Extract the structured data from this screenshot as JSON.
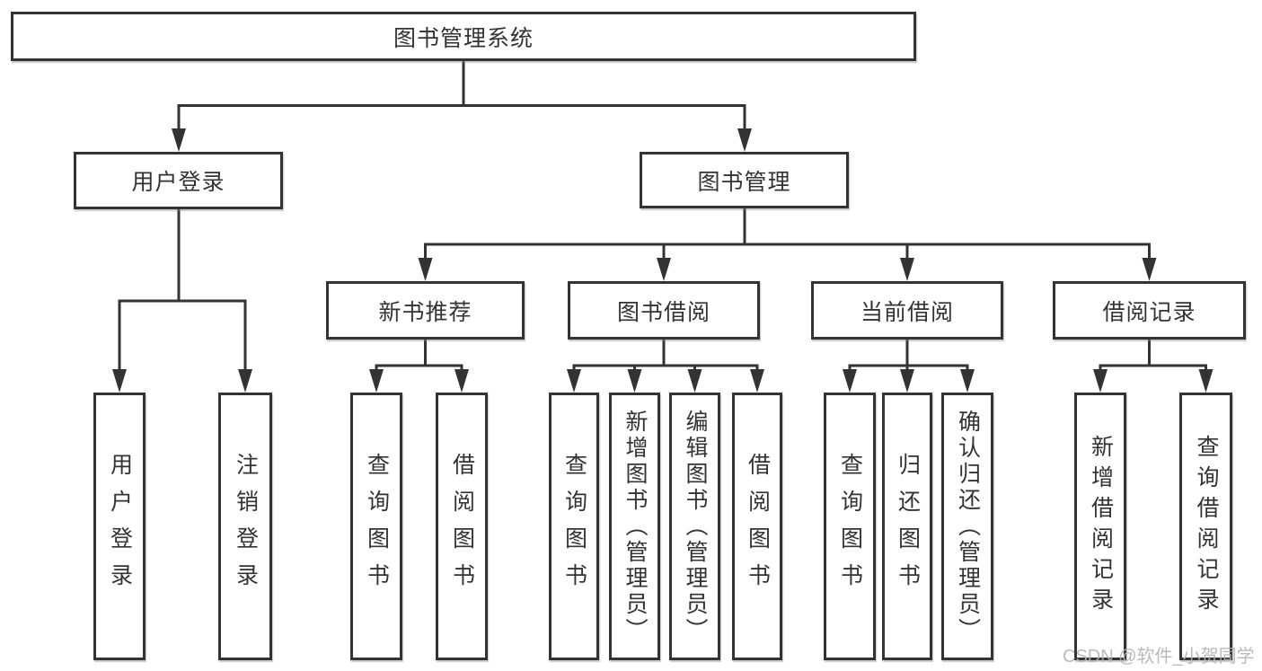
{
  "diagram": {
    "title_node": {
      "label": "图书管理系统"
    },
    "level2": [
      {
        "label": "用户登录"
      },
      {
        "label": "图书管理"
      }
    ],
    "level3": [
      {
        "label": "新书推荐"
      },
      {
        "label": "图书借阅"
      },
      {
        "label": "当前借阅"
      },
      {
        "label": "借阅记录"
      }
    ],
    "leaves": [
      {
        "label": "用户登录"
      },
      {
        "label": "注销登录"
      },
      {
        "label": "查询图书"
      },
      {
        "label": "借阅图书"
      },
      {
        "label": "查询图书"
      },
      {
        "label": "新增图书（管理员）"
      },
      {
        "label": "编辑图书（管理员）"
      },
      {
        "label": "借阅图书"
      },
      {
        "label": "查询图书"
      },
      {
        "label": "归还图书"
      },
      {
        "label": "确认归还（管理员）"
      },
      {
        "label": "新增借阅记录"
      },
      {
        "label": "查询借阅记录"
      }
    ]
  },
  "watermark": {
    "text": "CSDN @软件_小贺同学"
  },
  "colors": {
    "line": "#333333",
    "box_border": "#333333",
    "text": "#333333",
    "watermark": "#b3b3b3",
    "background": "#ffffff"
  }
}
